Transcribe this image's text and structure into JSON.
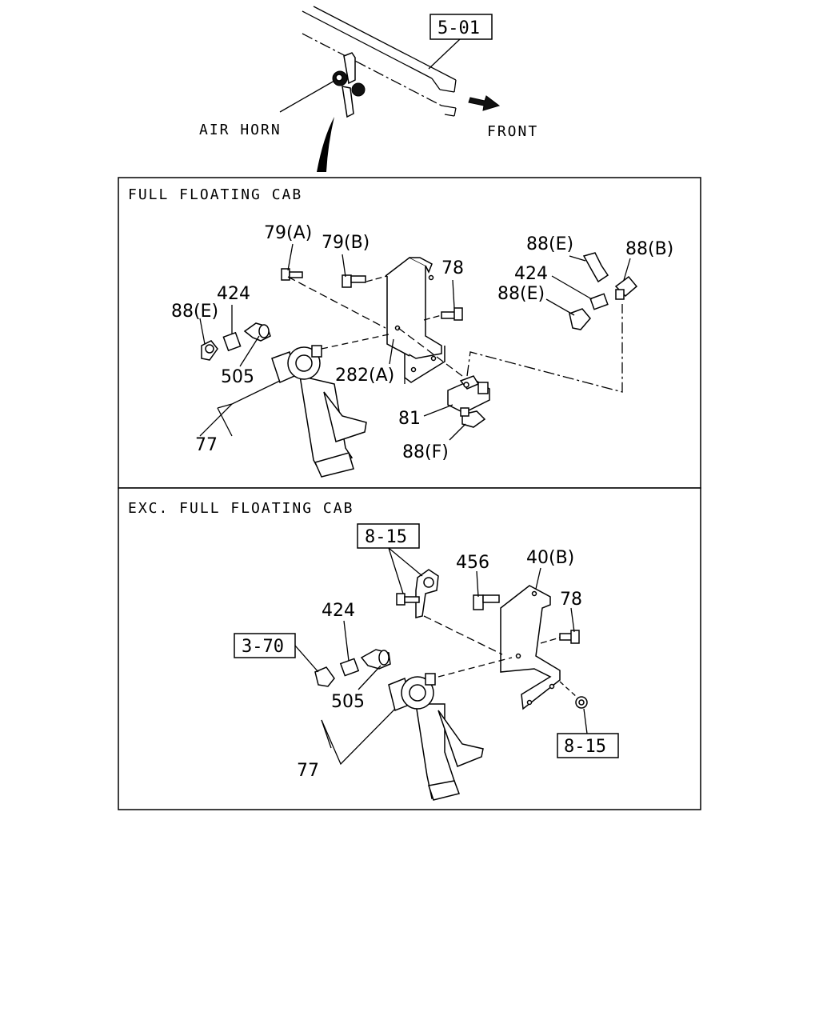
{
  "top": {
    "ref_box": "5-01",
    "air_horn_label": "AIR HORN",
    "front_label": "FRONT"
  },
  "panel_full": {
    "title": "FULL FLOATING CAB",
    "callouts": {
      "c79a": "79(A)",
      "c79b": "79(B)",
      "c78": "78",
      "c88e_top": "88(E)",
      "c88b": "88(B)",
      "c424_right": "424",
      "c88e_right": "88(E)",
      "c424_left": "424",
      "c88e_left": "88(E)",
      "c505": "505",
      "c282a": "282(A)",
      "c81": "81",
      "c77": "77",
      "c88f": "88(F)"
    }
  },
  "panel_exc": {
    "title": "EXC. FULL FLOATING CAB",
    "callouts": {
      "ref_815_top": "8-15",
      "c456": "456",
      "c40b": "40(B)",
      "c78": "78",
      "c424": "424",
      "ref_370": "3-70",
      "c505": "505",
      "c77": "77",
      "ref_815_bottom": "8-15"
    }
  }
}
